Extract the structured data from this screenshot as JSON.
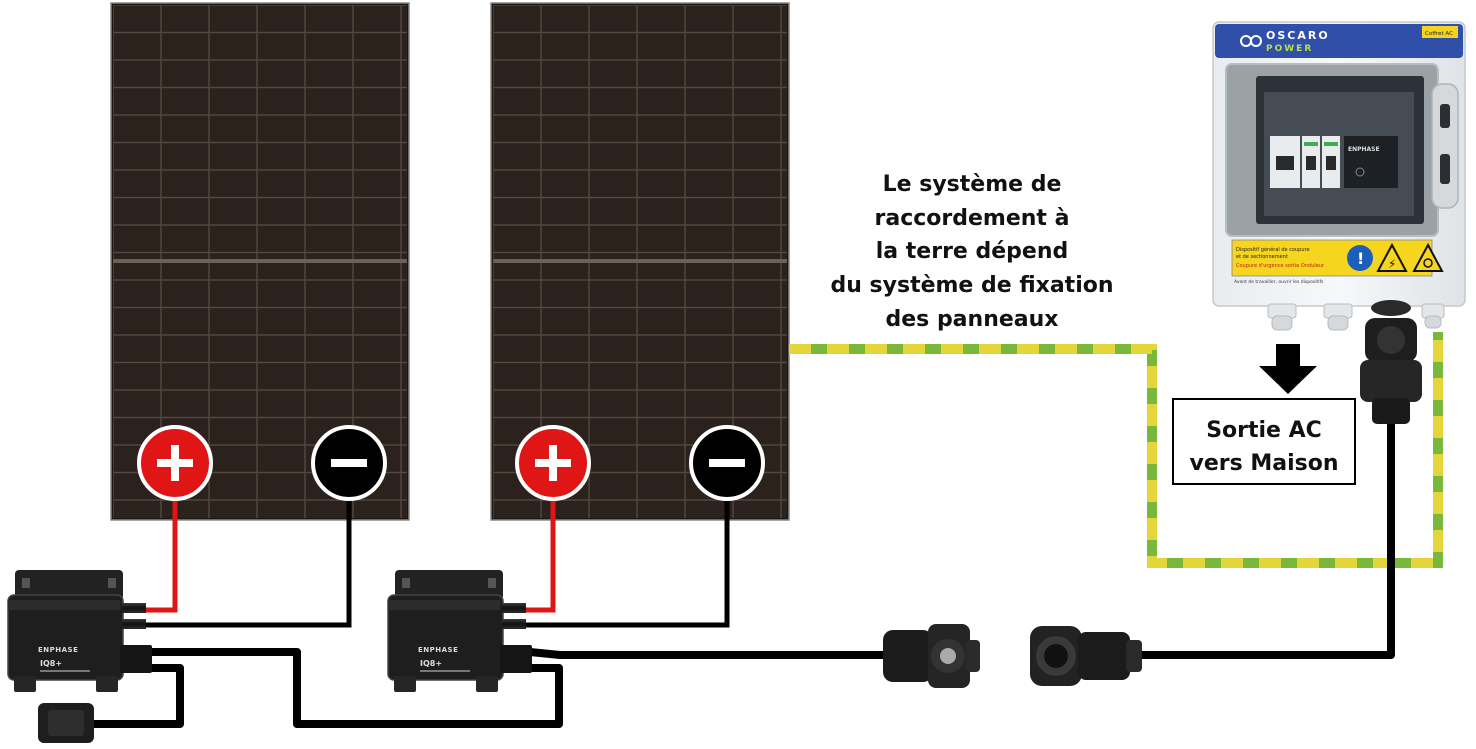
{
  "ground_note": {
    "lines": [
      "Le système de",
      "raccordement à",
      "la terre dépend",
      "du système de fixation",
      "des panneaux"
    ]
  },
  "ac_output": {
    "lines": [
      "Sortie AC",
      "vers Maison"
    ]
  },
  "ac_box": {
    "brand_top": "OSCARO",
    "brand_bottom": "POWER",
    "tag": "Coffret AC",
    "inner_brand": "ENPHASE",
    "warning_line1": "Dispositif général de coupure",
    "warning_line2": "et de sectionnement",
    "warning_line3": "Coupure d'urgence sortie Onduleur",
    "footer_note": "Avant de travailler, ouvrir les dispositifs"
  },
  "microinverters": [
    {
      "brand": "ENPHASE",
      "model": "IQ8+"
    },
    {
      "brand": "ENPHASE",
      "model": "IQ8+"
    }
  ],
  "terminals": {
    "positive_symbol": "+",
    "negative_symbol": "−"
  },
  "colors": {
    "positive": "#e01515",
    "negative": "#000000",
    "ground_green": "#79b83b",
    "ground_yellow": "#e4d63a",
    "panel": "#2b211d",
    "box_header": "#2f4fa8"
  }
}
